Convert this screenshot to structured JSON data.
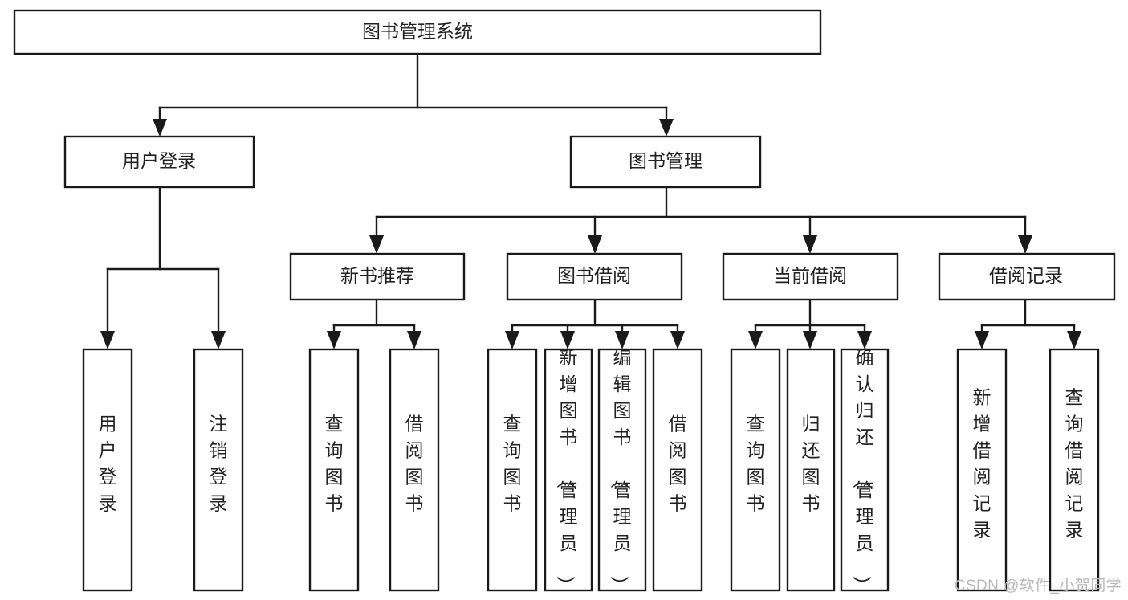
{
  "diagram": {
    "type": "tree-hierarchy-chart",
    "title": "图书管理系统",
    "orientation": "top-down",
    "colors": {
      "box_fill": "#ffffff",
      "box_stroke": "#1a1a1a",
      "text": "#222222",
      "watermark": "#b9b9b9",
      "background": "#ffffff"
    },
    "levels": [
      {
        "level": 1,
        "nodes": [
          {
            "id": "root",
            "label": "图书管理系统",
            "text_orientation": "horizontal"
          }
        ]
      },
      {
        "level": 2,
        "nodes": [
          {
            "id": "login",
            "label": "用户登录",
            "parent": "root",
            "text_orientation": "horizontal"
          },
          {
            "id": "book-mgmt",
            "label": "图书管理",
            "parent": "root",
            "text_orientation": "horizontal"
          }
        ]
      },
      {
        "level": 3,
        "nodes": [
          {
            "id": "new-book",
            "label": "新书推荐",
            "parent": "book-mgmt",
            "text_orientation": "horizontal"
          },
          {
            "id": "borrow",
            "label": "图书借阅",
            "parent": "book-mgmt",
            "text_orientation": "horizontal"
          },
          {
            "id": "current-borrow",
            "label": "当前借阅",
            "parent": "book-mgmt",
            "text_orientation": "horizontal"
          },
          {
            "id": "borrow-record",
            "label": "借阅记录",
            "parent": "book-mgmt",
            "text_orientation": "horizontal"
          }
        ]
      },
      {
        "level": 4,
        "nodes": [
          {
            "id": "leaf-1",
            "label": "用户登录",
            "parent": "login",
            "text_orientation": "vertical"
          },
          {
            "id": "leaf-2",
            "label": "注销登录",
            "parent": "login",
            "text_orientation": "vertical"
          },
          {
            "id": "leaf-3",
            "label": "查询图书",
            "parent": "new-book",
            "text_orientation": "vertical"
          },
          {
            "id": "leaf-4",
            "label": "借阅图书",
            "parent": "new-book",
            "text_orientation": "vertical"
          },
          {
            "id": "leaf-5",
            "label": "查询图书",
            "parent": "borrow",
            "text_orientation": "vertical"
          },
          {
            "id": "leaf-6",
            "label": "新增图书（管理员）",
            "parent": "borrow",
            "text_orientation": "vertical"
          },
          {
            "id": "leaf-7",
            "label": "编辑图书（管理员）",
            "parent": "borrow",
            "text_orientation": "vertical"
          },
          {
            "id": "leaf-8",
            "label": "借阅图书",
            "parent": "borrow",
            "text_orientation": "vertical"
          },
          {
            "id": "leaf-9",
            "label": "查询图书",
            "parent": "current-borrow",
            "text_orientation": "vertical"
          },
          {
            "id": "leaf-10",
            "label": "归还图书",
            "parent": "current-borrow",
            "text_orientation": "vertical"
          },
          {
            "id": "leaf-11",
            "label": "确认归还（管理员）",
            "parent": "current-borrow",
            "text_orientation": "vertical"
          },
          {
            "id": "leaf-12",
            "label": "新增借阅记录",
            "parent": "borrow-record",
            "text_orientation": "vertical"
          },
          {
            "id": "leaf-13",
            "label": "查询借阅记录",
            "parent": "borrow-record",
            "text_orientation": "vertical"
          }
        ]
      }
    ]
  },
  "watermark": {
    "text": "CSDN @软件_小贺同学"
  }
}
